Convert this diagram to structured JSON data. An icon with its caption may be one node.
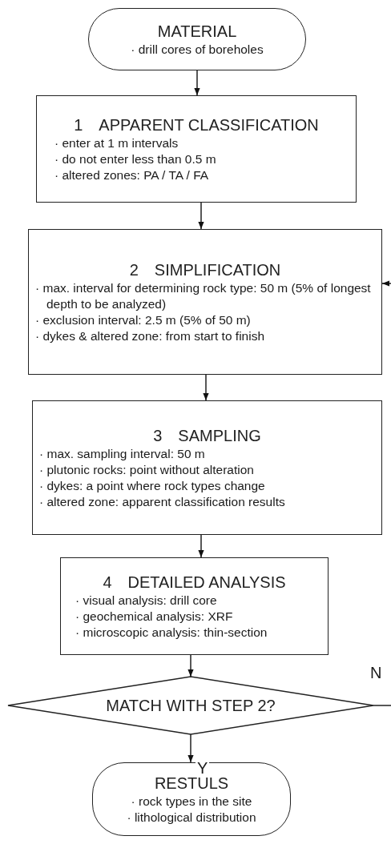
{
  "diagram": {
    "nodes": [
      {
        "text": [
          "MATERIAL",
          "· drill cores of boreholes"
        ]
      },
      {
        "text": [
          "1 APPARENT CLASSIFICATION",
          "· enter at 1 m intervals",
          "· do not enter less than 0.5 m",
          "· altered zones: PA / TA / FA"
        ]
      },
      {
        "text": [
          "2 SIMPLIFICATION",
          "· max. interval for determining rock type: 50 m (5% of longest depth to be analyzed)",
          "· exclusion interval: 2.5 m (5% of 50 m)",
          "· dykes & altered zone: from start to finish"
        ]
      },
      {
        "text": [
          "3 SAMPLING",
          "· max. sampling interval: 50 m",
          "· plutonic rocks: point without alteration",
          "· dykes: a point where rock types change",
          "· altered zone: apparent classification results"
        ]
      },
      {
        "text": [
          "4 DETAILED ANALYSIS",
          "· visual analysis: drill core",
          "· geochemical analysis: XRF",
          "· microscopic analysis: thin-section"
        ]
      },
      {
        "text": [
          "MATCH WITH STEP 2?"
        ]
      },
      {
        "text": [
          "RESTULS",
          "· rock types in the site",
          "· lithological distribution"
        ]
      }
    ],
    "edges": [
      {
        "from": 0,
        "to": 1,
        "arrow": "to"
      },
      {
        "from": 1,
        "to": 2,
        "arrow": "to"
      },
      {
        "from": 2,
        "to": 3,
        "arrow": "to"
      },
      {
        "from": 3,
        "to": 4,
        "arrow": "to"
      },
      {
        "from": 4,
        "to": 5,
        "arrow": "to"
      },
      {
        "from": 5,
        "to": 6,
        "arrow": "to",
        "label": "Y"
      },
      {
        "from": 5,
        "to": null,
        "arrow": "none",
        "label": "N"
      },
      {
        "from": null,
        "to": 2,
        "arrow": "to"
      }
    ]
  }
}
